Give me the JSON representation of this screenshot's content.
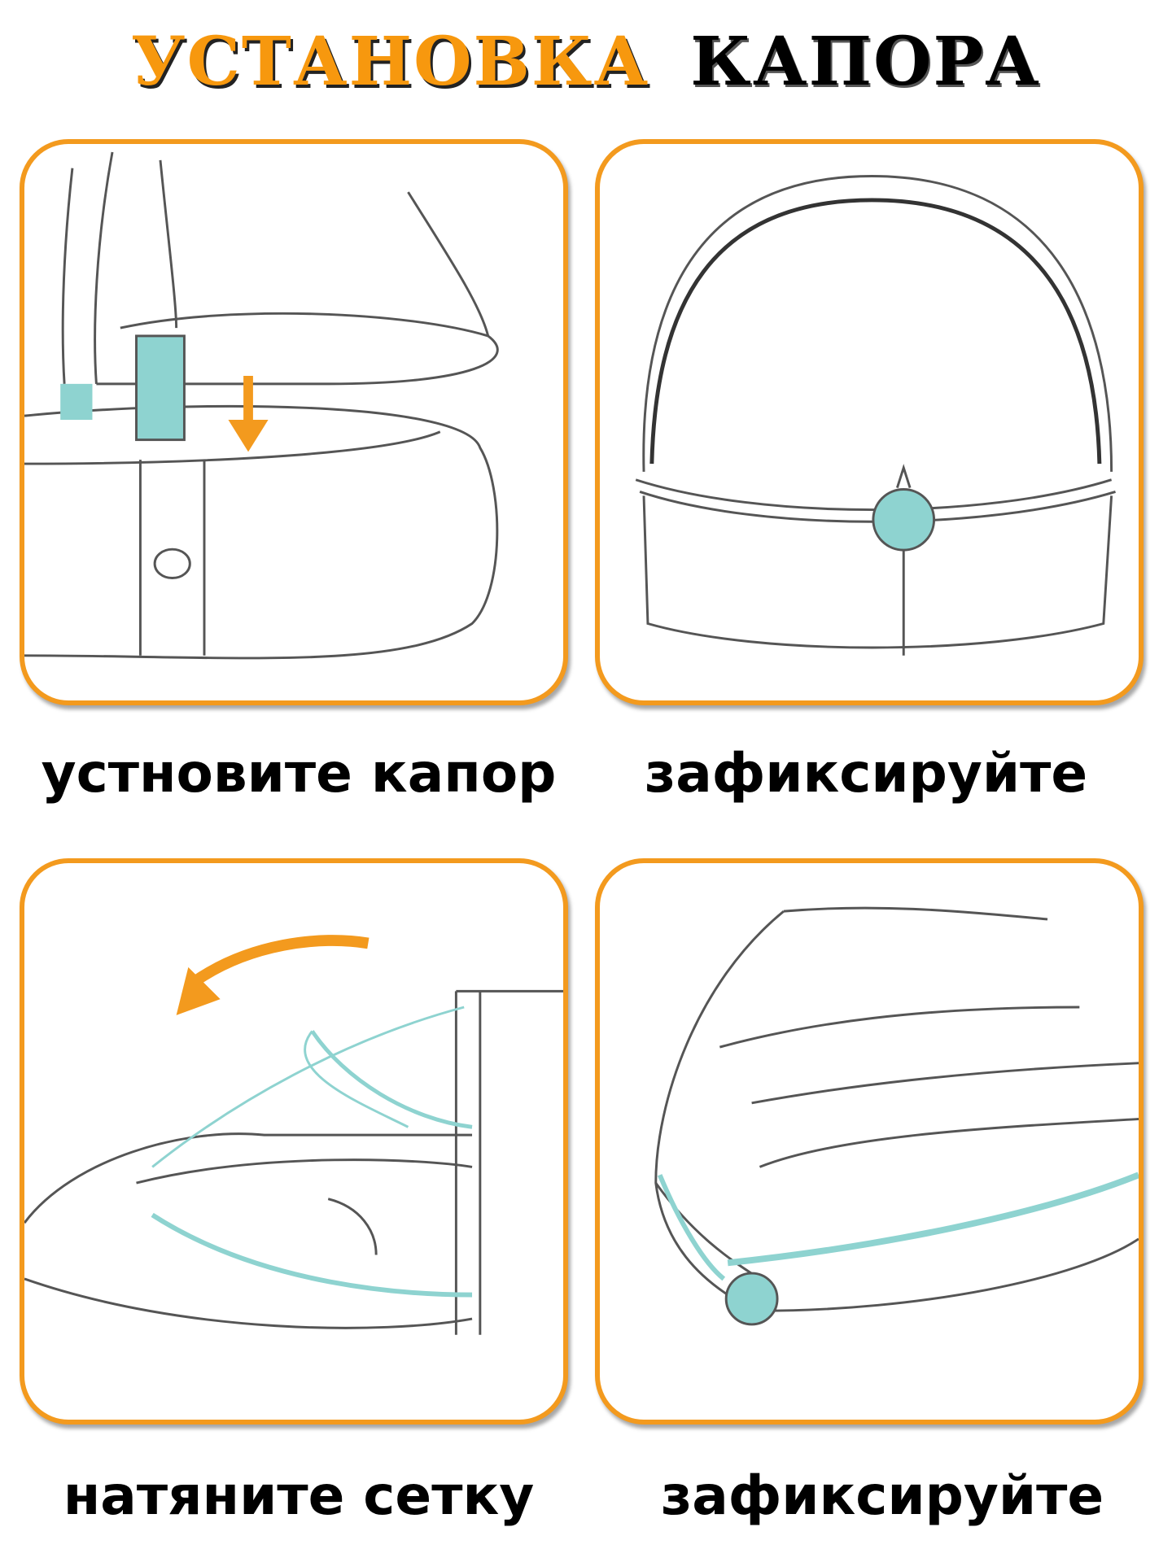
{
  "title": {
    "part1": "УСТАНОВКА",
    "part2": "КАПОРА"
  },
  "colors": {
    "accent": "#F39A1E",
    "teal": "#8ED3D0"
  },
  "steps": [
    {
      "caption": "устновите капор"
    },
    {
      "caption": "зафиксируйте"
    },
    {
      "caption": "натяните сетку"
    },
    {
      "caption": "зафиксируйте"
    }
  ]
}
